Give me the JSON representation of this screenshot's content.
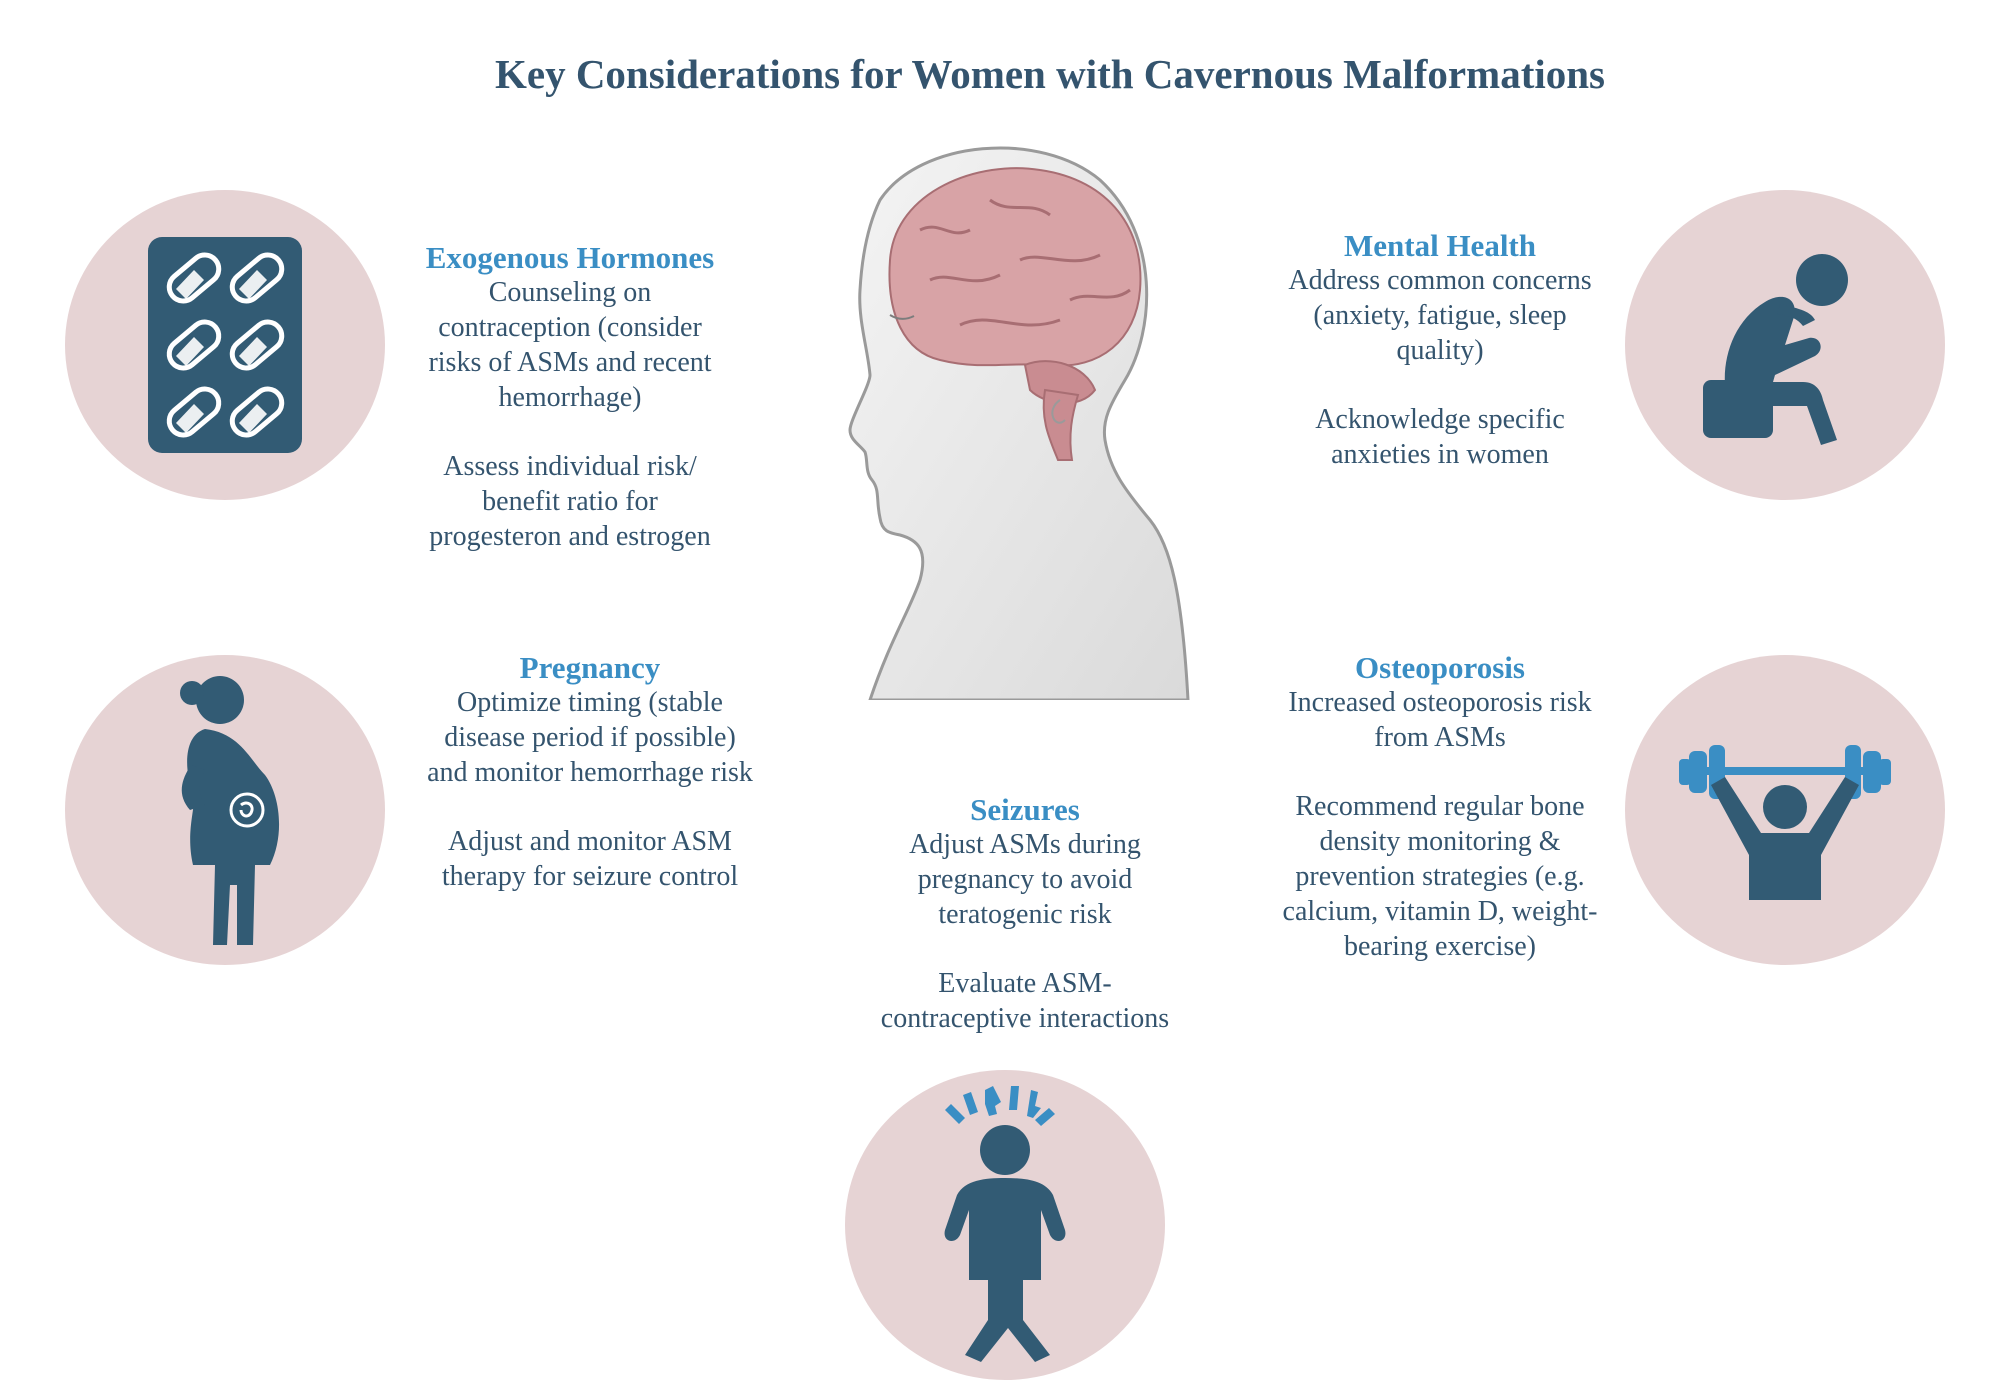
{
  "title": "Key Considerations for Women with Cavernous Malformations",
  "colors": {
    "title": "#34546e",
    "heading": "#3a8ec4",
    "body_text": "#34546e",
    "circle_fill": "#e6d3d4",
    "icon_fill": "#325b74",
    "accent_blue": "#3a8ec4",
    "brain": "#d8a3a6"
  },
  "sections": {
    "exogenous_hormones": {
      "heading": "Exogenous Hormones",
      "paragraphs": [
        "Counseling on\ncontraception (consider\nrisks of ASMs and recent\nhemorrhage)",
        "Assess individual risk/\nbenefit ratio for\nprogesteron and estrogen"
      ],
      "icon": "pill-pack-icon"
    },
    "pregnancy": {
      "heading": "Pregnancy",
      "paragraphs": [
        "Optimize timing (stable\ndisease period if possible)\nand monitor hemorrhage risk",
        "Adjust and monitor ASM\ntherapy for seizure control"
      ],
      "icon": "pregnant-woman-icon"
    },
    "seizures": {
      "heading": "Seizures",
      "paragraphs": [
        "Adjust ASMs during\npregnancy to avoid\nteratogenic risk",
        "Evaluate ASM-\ncontraceptive interactions"
      ],
      "icon": "seizure-person-icon"
    },
    "mental_health": {
      "heading": "Mental Health",
      "paragraphs": [
        "Address common concerns\n(anxiety, fatigue, sleep\nquality)",
        "Acknowledge specific\nanxieties in women"
      ],
      "icon": "distressed-person-icon"
    },
    "osteoporosis": {
      "heading": "Osteoporosis",
      "paragraphs": [
        "Increased osteoporosis risk\nfrom ASMs",
        "Recommend regular bone\ndensity monitoring &\nprevention strategies (e.g.\ncalcium, vitamin D, weight-\nbearing exercise)"
      ],
      "icon": "weightlifter-icon"
    }
  },
  "center_illustration": "head-with-brain-icon"
}
